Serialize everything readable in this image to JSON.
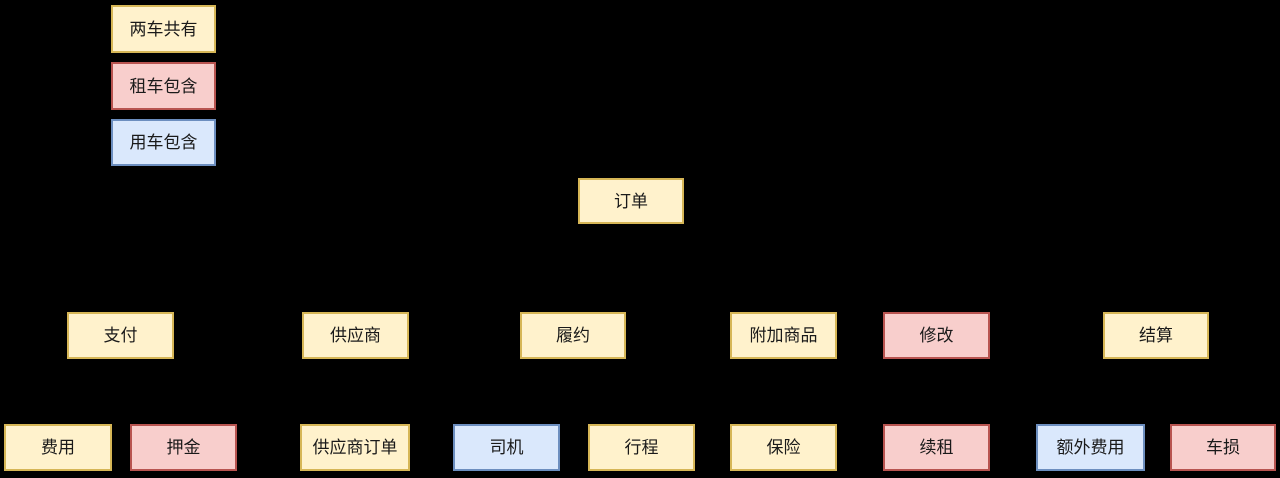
{
  "canvas": {
    "background": "#000000"
  },
  "palette": {
    "shared": {
      "fill": "#fff2cc",
      "stroke": "#d6b656"
    },
    "rental": {
      "fill": "#f8cecc",
      "stroke": "#b85450"
    },
    "usage": {
      "fill": "#dae8fc",
      "stroke": "#6c8ebf"
    }
  },
  "legend": {
    "items": [
      {
        "label": "两车共有",
        "type": "shared"
      },
      {
        "label": "租车包含",
        "type": "rental"
      },
      {
        "label": "用车包含",
        "type": "usage"
      }
    ]
  },
  "nodes": {
    "order": {
      "label": "订单",
      "type": "shared"
    },
    "payment": {
      "label": "支付",
      "type": "shared"
    },
    "supplier": {
      "label": "供应商",
      "type": "shared"
    },
    "fulfillment": {
      "label": "履约",
      "type": "shared"
    },
    "addon_product": {
      "label": "附加商品",
      "type": "shared"
    },
    "modify": {
      "label": "修改",
      "type": "rental"
    },
    "settlement": {
      "label": "结算",
      "type": "shared"
    },
    "fee": {
      "label": "费用",
      "type": "shared"
    },
    "deposit": {
      "label": "押金",
      "type": "rental"
    },
    "supplier_order": {
      "label": "供应商订单",
      "type": "shared"
    },
    "driver": {
      "label": "司机",
      "type": "usage"
    },
    "itinerary": {
      "label": "行程",
      "type": "shared"
    },
    "insurance": {
      "label": "保险",
      "type": "shared"
    },
    "renewal": {
      "label": "续租",
      "type": "rental"
    },
    "extra_fee": {
      "label": "额外费用",
      "type": "usage"
    },
    "vehicle_damage": {
      "label": "车损",
      "type": "rental"
    }
  }
}
